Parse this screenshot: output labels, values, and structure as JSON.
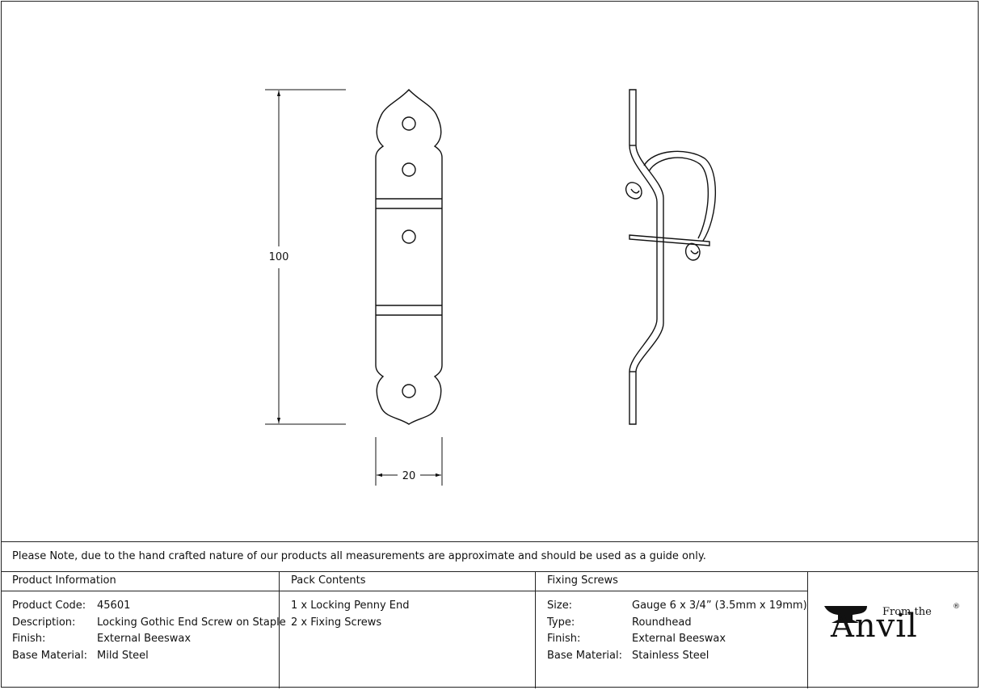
{
  "drawing": {
    "height_dimension": "100",
    "width_dimension": "20"
  },
  "note": "Please Note, due to the hand crafted nature of our products all measurements are approximate and should be used as a guide only.",
  "product_information": {
    "heading": "Product Information",
    "rows": [
      {
        "label": "Product Code:",
        "value": "45601"
      },
      {
        "label": "Description:",
        "value": "Locking Gothic End Screw on Staple"
      },
      {
        "label": "Finish:",
        "value": "External Beeswax"
      },
      {
        "label": "Base Material:",
        "value": "Mild Steel"
      }
    ]
  },
  "pack_contents": {
    "heading": "Pack Contents",
    "items": [
      "1 x Locking Penny End",
      "2 x Fixing Screws"
    ]
  },
  "fixing_screws": {
    "heading": "Fixing Screws",
    "rows": [
      {
        "label": "Size:",
        "value": "Gauge 6 x 3/4” (3.5mm x 19mm)"
      },
      {
        "label": "Type:",
        "value": "Roundhead"
      },
      {
        "label": "Finish:",
        "value": "External Beeswax"
      },
      {
        "label": "Base Material:",
        "value": "Stainless Steel"
      }
    ]
  },
  "logo": {
    "from_the": "From the",
    "brand": "Anvil",
    "registered": "®"
  }
}
